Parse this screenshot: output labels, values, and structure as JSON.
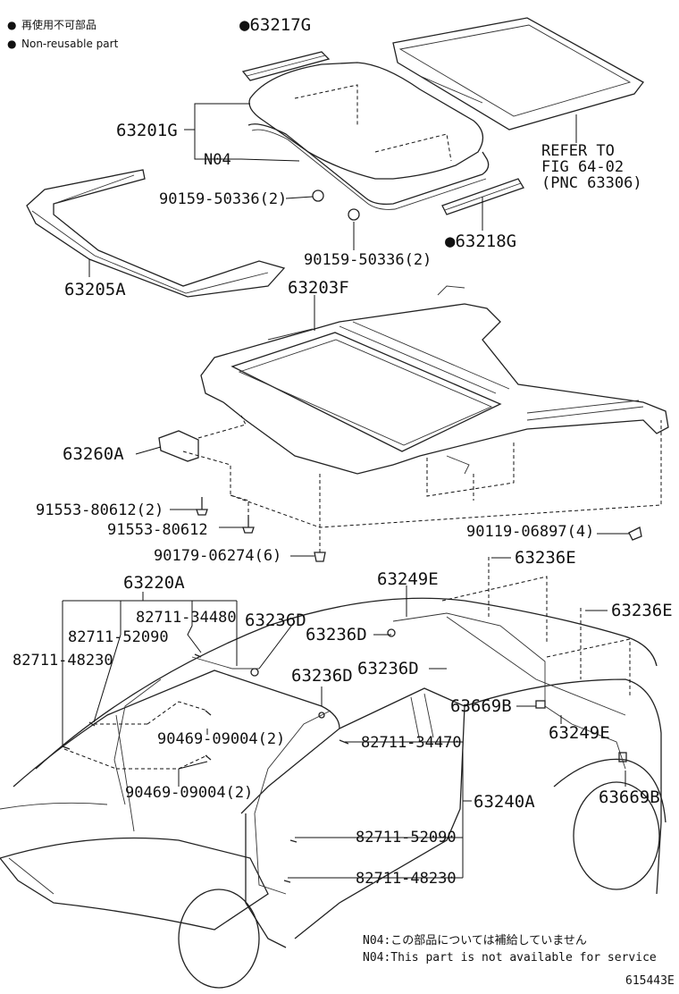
{
  "legend": [
    {
      "symbol": "●",
      "text": "再使用不可部品"
    },
    {
      "symbol": "●",
      "text": "Non-reusable part"
    }
  ],
  "labels": {
    "p63217G": "●63217G",
    "p63201G": "63201G",
    "n04": "N04",
    "refer1": "REFER TO",
    "refer2": "FIG 64-02",
    "refer3": "(PNC 63306)",
    "bolt_a": "90159-50336(2)",
    "bolt_b": "90159-50336(2)",
    "p63218G": "●63218G",
    "p63205A": "63205A",
    "p63203F": "63203F",
    "p63260A": "63260A",
    "s91553_2": "91553-80612(2)",
    "s91553": "91553-80612",
    "s90179": "90179-06274(6)",
    "s90119": "90119-06897(4)",
    "p63220A": "63220A",
    "h82711_34480": "82711-34480",
    "h82711_52090a": "82711-52090",
    "h82711_48230a": "82711-48230",
    "p63236D_1": "63236D",
    "p63236D_2": "63236D",
    "p63236D_3": "63236D",
    "p63236D_4": "63236D",
    "p63249E_1": "63249E",
    "p63236E_1": "63236E",
    "p63236E_2": "63236E",
    "p63669B_1": "63669B",
    "p63249E_2": "63249E",
    "p63669B_2": "63669B",
    "c90469_a": "90469-09004(2)",
    "c90469_b": "90469-09004(2)",
    "h82711_34470": "82711-34470",
    "p63240A": "63240A",
    "h82711_52090b": "82711-52090",
    "h82711_48230b": "82711-48230"
  },
  "notes": {
    "jp": "N04:この部品については補給していません",
    "en": "N04:This part is not available for service"
  },
  "figure_id": "615443E"
}
